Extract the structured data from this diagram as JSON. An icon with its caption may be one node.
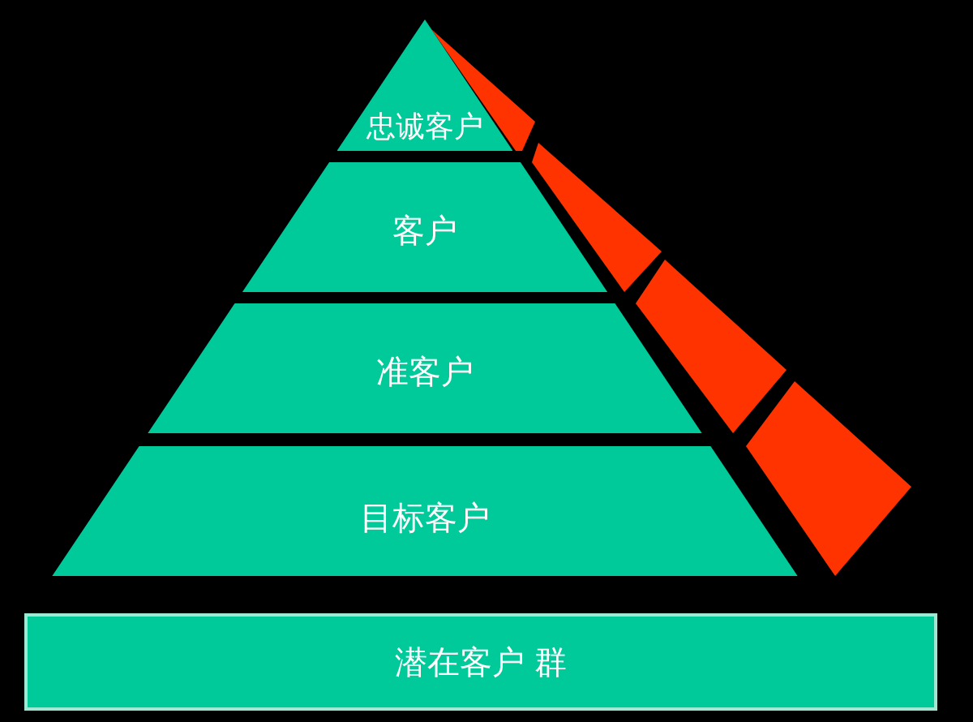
{
  "diagram": {
    "nodes": [
      {
        "text": [
          "忠诚客户"
        ]
      },
      {
        "text": [
          "客户"
        ]
      },
      {
        "text": [
          "准客户"
        ]
      },
      {
        "text": [
          "目标客户"
        ]
      },
      {
        "text": [
          "潜在客户 群"
        ]
      }
    ]
  }
}
